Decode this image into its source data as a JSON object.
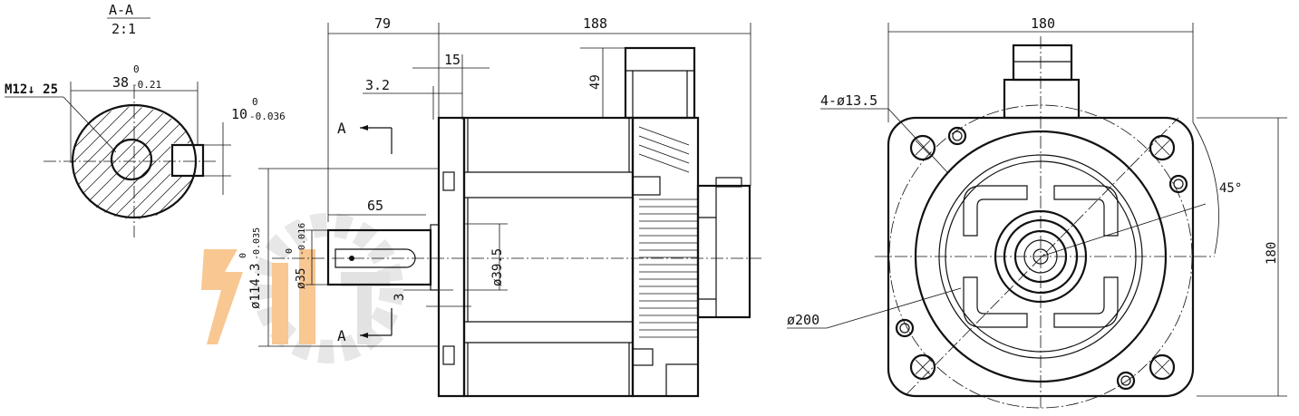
{
  "section": {
    "title": "A-A",
    "scale": "2:1",
    "thread_label": "M12↓ 25",
    "width_label": "38",
    "width_tol_upper": "0",
    "width_tol_lower": "-0.21",
    "key_label": "10",
    "key_tol_upper": "0",
    "key_tol_lower": "-0.036"
  },
  "side_view": {
    "dim_79": "79",
    "dim_188": "188",
    "dim_15": "15",
    "dim_3_2": "3.2",
    "dim_49": "49",
    "dim_65": "65",
    "dim_3": "3",
    "dia_39_5": "ø39.5",
    "dia_114": "ø114.3",
    "dia_114_tol_upper": "0",
    "dia_114_tol_lower": "-0.035",
    "dia_35": "ø35",
    "dia_35_tol_upper": "0",
    "dia_35_tol_lower": "-0.016",
    "section_mark_top": "A",
    "section_mark_bottom": "A"
  },
  "front_view": {
    "dim_180_top": "180",
    "dim_180_side": "180",
    "holes": "4-ø13.5",
    "angle": "45°",
    "dia_200": "ø200"
  },
  "watermark": {
    "color_orange": "#f4a24a",
    "color_gray": "#d8d8d8"
  }
}
